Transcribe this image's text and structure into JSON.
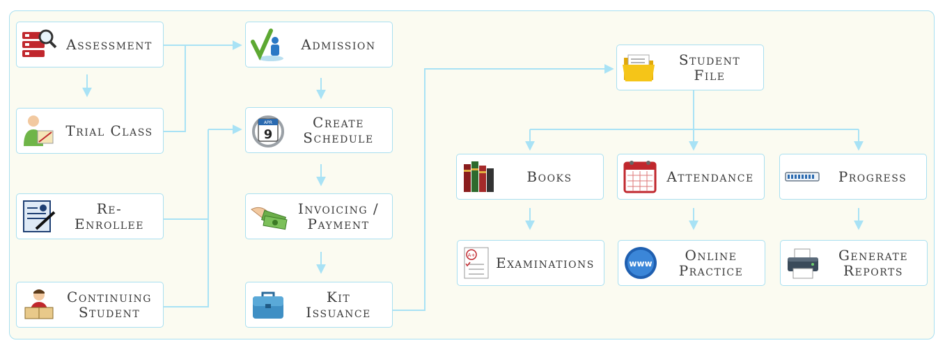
{
  "nodes": {
    "assessment": {
      "line1": "Assessment",
      "line2": ""
    },
    "trial_class": {
      "line1": "Trial Class",
      "line2": ""
    },
    "re_enrollee": {
      "line1": "Re- Enrollee",
      "line2": ""
    },
    "continuing_student": {
      "line1": "Continuing",
      "line2": "Student"
    },
    "admission": {
      "line1": "Admission",
      "line2": ""
    },
    "create_schedule": {
      "line1": "Create",
      "line2": "Schedule",
      "icon_text": "9",
      "icon_month": "APR"
    },
    "invoicing_payment": {
      "line1": "Invoicing /",
      "line2": "Payment"
    },
    "kit_issuance": {
      "line1": "Kit",
      "line2": "Issuance"
    },
    "student_file": {
      "line1": "Student",
      "line2": "File"
    },
    "books": {
      "line1": "Books",
      "line2": ""
    },
    "attendance": {
      "line1": "Attendance",
      "line2": ""
    },
    "progress": {
      "line1": "Progress",
      "line2": ""
    },
    "examinations": {
      "line1": "Examinations",
      "line2": "",
      "icon_text": "A+"
    },
    "online_practice": {
      "line1": "Online",
      "line2": "Practice",
      "icon_text": "www"
    },
    "generate_reports": {
      "line1": "Generate",
      "line2": "Reports"
    }
  },
  "colors": {
    "connector": "#a8e2f5",
    "border": "#a8dff0",
    "text": "#3a3a3a",
    "background": "#fbfbf1"
  }
}
